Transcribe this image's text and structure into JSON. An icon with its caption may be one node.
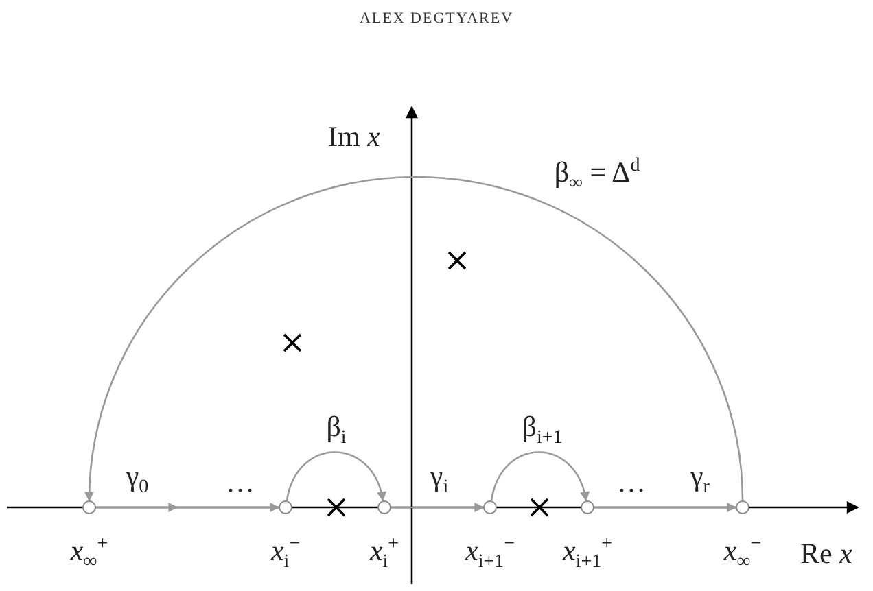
{
  "diagram": {
    "nodes": [
      {
        "text": [],
        "shape": "circle",
        "beside": [
          "*x*$_{∞}$$^{+}$"
        ]
      },
      {
        "text": [],
        "shape": "circle",
        "beside": [
          "*x*$_{i}$$^{−}$"
        ]
      },
      {
        "text": [],
        "shape": "circle",
        "beside": [
          "*x*$_{i}$$^{+}$"
        ]
      },
      {
        "text": [],
        "shape": "circle",
        "beside": [
          "*x*$_{i+1}$$^{−}$"
        ]
      },
      {
        "text": [],
        "shape": "circle",
        "beside": [
          "*x*$_{i+1}$$^{+}$"
        ]
      },
      {
        "text": [],
        "shape": "circle",
        "beside": [
          "*x*$_{∞}$$^{−}$"
        ]
      }
    ],
    "edges": [
      {
        "from": 0,
        "to": 1,
        "arrow": "to",
        "label": "γ$_{0}$"
      },
      {
        "from": 1,
        "to": 2,
        "arrow": "to",
        "label": "β$_{i}$"
      },
      {
        "from": 2,
        "to": 3,
        "arrow": "to",
        "label": "γ$_{i}$"
      },
      {
        "from": 3,
        "to": 4,
        "arrow": "to",
        "label": "β$_{i+1}$"
      },
      {
        "from": 4,
        "to": 5,
        "arrow": "to",
        "label": "γ$_{r}$"
      },
      {
        "from": 5,
        "to": 0,
        "arrow": "to",
        "label": "β$_{∞}$ = Δ$^{d}$"
      }
    ],
    "labels": [
      "ALEX DEGTYAREV",
      "Im *x*",
      "…",
      "…",
      "Re *x*"
    ]
  }
}
